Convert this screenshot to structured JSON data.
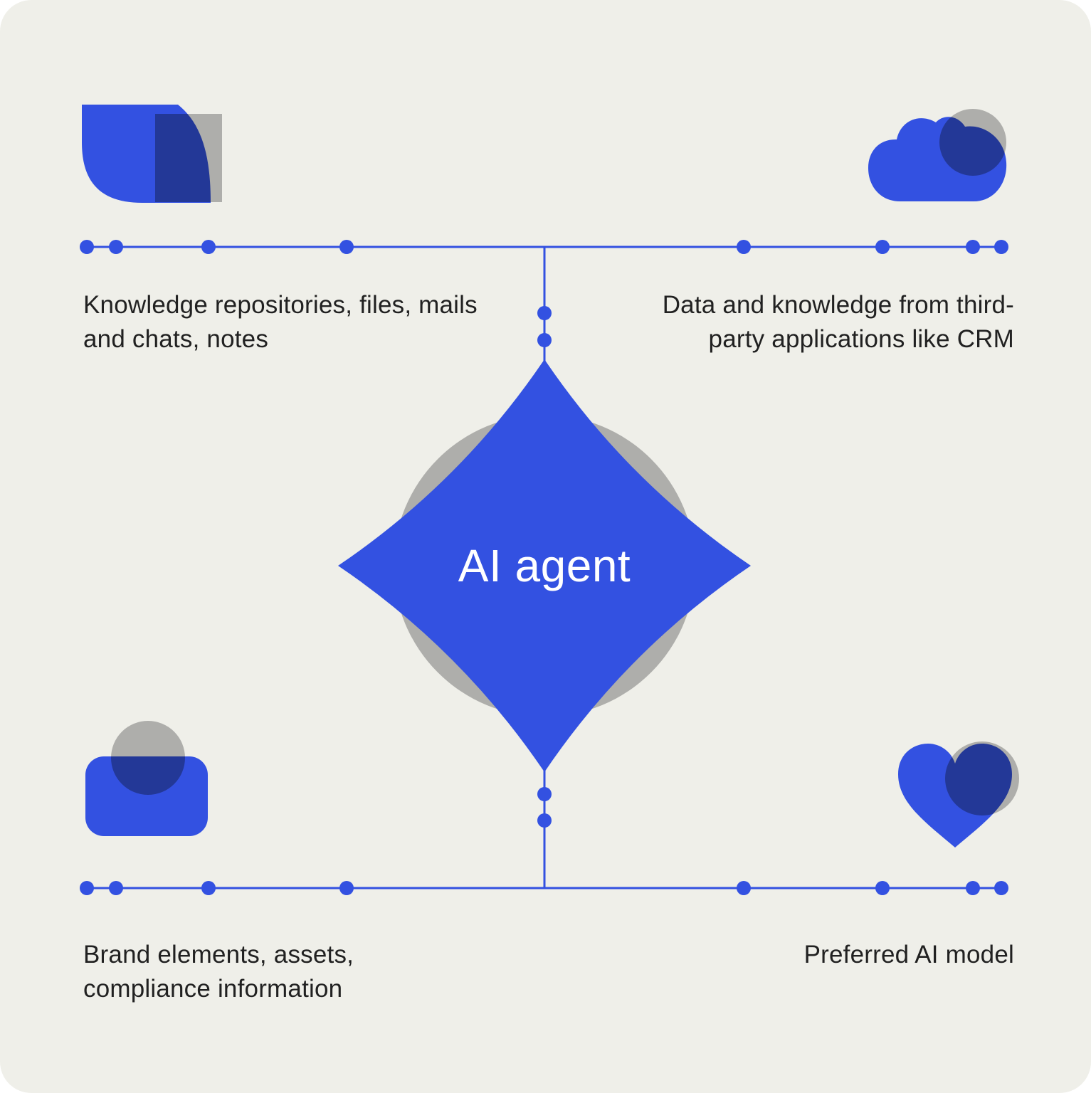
{
  "colors": {
    "page-bg": "#ffffff",
    "canvas-bg": "#efefe9",
    "blue": "#3351e1",
    "gray": "#aeaeab",
    "text": "#212121",
    "center-label": "#ffffff"
  },
  "center": {
    "label": "AI agent"
  },
  "quadrants": {
    "top_left": {
      "icon": "leaf-document-icon",
      "label": "Knowledge repositories, files, mails and chats, notes"
    },
    "top_right": {
      "icon": "cloud-icon",
      "label": "Data and knowledge from third-party applications like CRM"
    },
    "bottom_left": {
      "icon": "badge-card-icon",
      "label": "Brand elements, assets, compliance information"
    },
    "bottom_right": {
      "icon": "heart-icon",
      "label": "Preferred AI model"
    }
  }
}
